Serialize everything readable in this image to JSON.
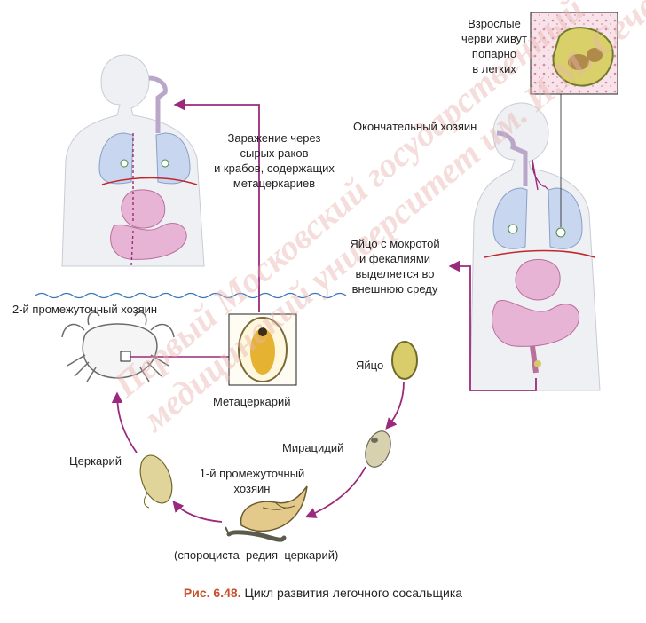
{
  "labels": {
    "adult_worms": "Взрослые\nчерви живут\nпопарно\nв легких",
    "final_host": "Окончательный хозяин",
    "infection": "Заражение через\nсырых раков\nи крабов, содержащих\nметацеркариев",
    "eggs_out": "Яйцо с мокротой\nи фекалиями\nвыделяется во\nвнешнюю среду",
    "second_host": "2-й промежуточный хозяин",
    "metacercaria": "Метацеркарий",
    "egg": "Яйцо",
    "miracidium": "Мирацидий",
    "cercaria": "Церкарий",
    "first_host": "1-й промежуточный\nхозяин",
    "snail_stages": "(спороциста–редия–церкарий)"
  },
  "caption": {
    "number": "Рис. 6.48.",
    "text": " Цикл развития легочного сосальщика"
  },
  "watermark": {
    "line1": "Первый Московский государственный",
    "line2": "медицинский университет им. И.М. Сеченова"
  },
  "colors": {
    "arrow": "#9b2a7c",
    "organs_pink": "#e8b4d6",
    "lungs_blue": "#c9d6ef",
    "diaphragm": "#c0282d",
    "water": "#3a76b8",
    "watermark": "#e7b3b0",
    "caption_accent": "#c8502a"
  }
}
